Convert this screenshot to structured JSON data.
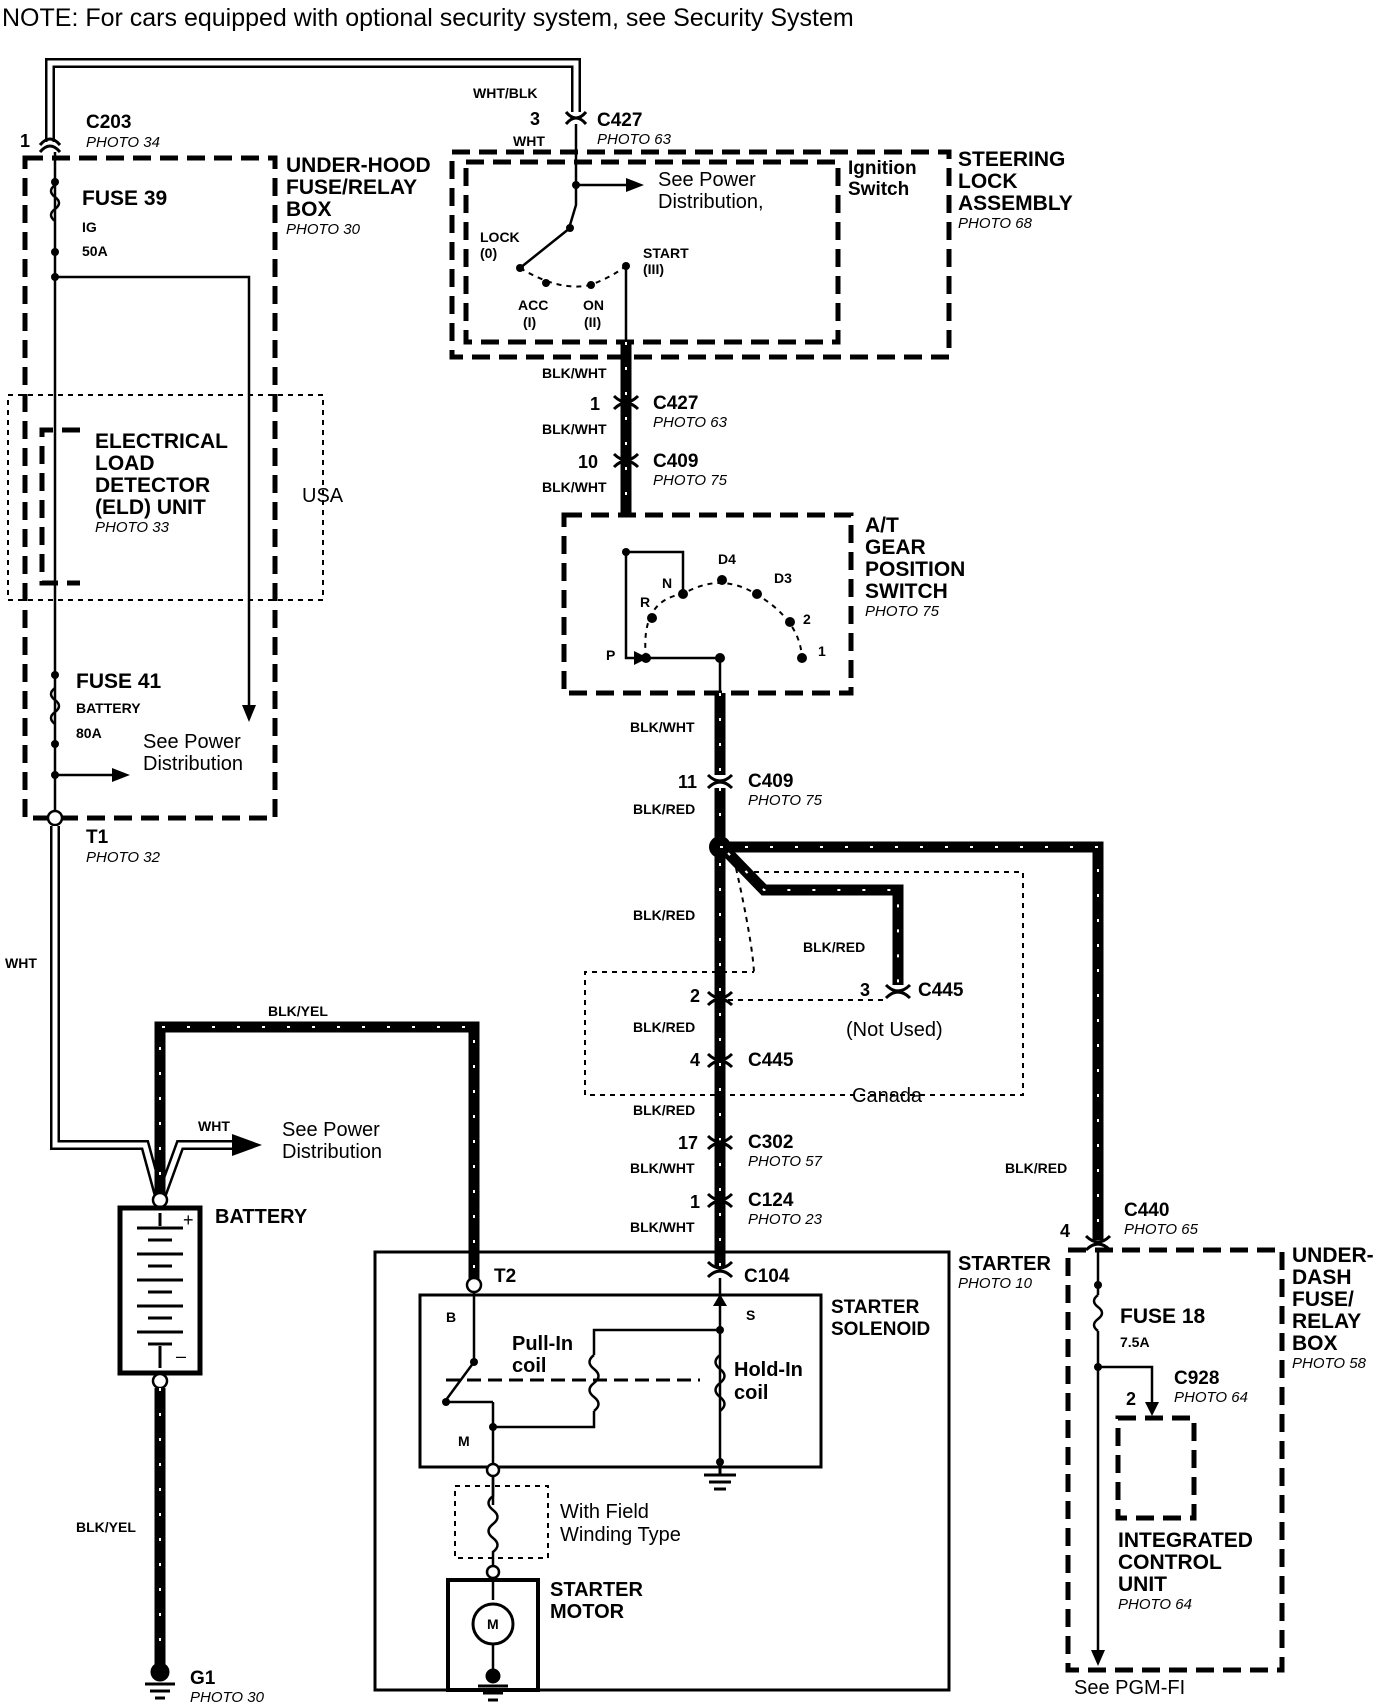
{
  "note": "NOTE: For cars equipped with optional security system, see Security System",
  "connectors": {
    "c203": {
      "id": "C203",
      "pin": "1",
      "photo": "PHOTO 34"
    },
    "c427_top": {
      "id": "C427",
      "pin": "3",
      "photo": "PHOTO 63"
    },
    "c427_bot": {
      "id": "C427",
      "pin": "1",
      "photo": "PHOTO 63"
    },
    "c409_top": {
      "id": "C409",
      "pin": "10",
      "photo": "PHOTO 75"
    },
    "c409_bot": {
      "id": "C409",
      "pin": "11",
      "photo": "PHOTO 75"
    },
    "c445_a": {
      "id": "C445",
      "pin": "3",
      "extra": "(Not Used)"
    },
    "c445_pin2": "2",
    "c445_b": {
      "id": "C445",
      "pin": "4"
    },
    "c302": {
      "id": "C302",
      "pin": "17",
      "photo": "PHOTO 57"
    },
    "c124": {
      "id": "C124",
      "pin": "1",
      "photo": "PHOTO 23"
    },
    "c104": {
      "id": "C104"
    },
    "c440": {
      "id": "C440",
      "pin": "4",
      "photo": "PHOTO 65"
    },
    "c928": {
      "id": "C928",
      "pin": "2",
      "photo": "PHOTO 64"
    },
    "t1": {
      "id": "T1",
      "photo": "PHOTO 32"
    },
    "t2": {
      "id": "T2"
    },
    "g1": {
      "id": "G1",
      "photo": "PHOTO 30"
    }
  },
  "wires": {
    "wht_blk": "WHT/BLK",
    "wht": "WHT",
    "blk_wht": "BLK/WHT",
    "blk_red": "BLK/RED",
    "blk_yel": "BLK/YEL"
  },
  "underhood": {
    "title": [
      "UNDER-HOOD",
      "FUSE/RELAY",
      "BOX"
    ],
    "photo": "PHOTO 30",
    "fuse39": {
      "name": "FUSE 39",
      "circuit": "IG",
      "rating": "50A"
    },
    "fuse41": {
      "name": "FUSE 41",
      "circuit": "BATTERY",
      "rating": "80A"
    },
    "see_power": [
      "See Power",
      "Distribution"
    ]
  },
  "eld": {
    "title": [
      "ELECTRICAL",
      "LOAD",
      "DETECTOR",
      "(ELD) UNIT"
    ],
    "photo": "PHOTO 33",
    "region": "USA"
  },
  "steering": {
    "title": [
      "STEERING",
      "LOCK",
      "ASSEMBLY"
    ],
    "photo": "PHOTO 68",
    "switch_label": [
      "Ignition",
      "Switch"
    ],
    "see_power": [
      "See Power",
      "Distribution,"
    ],
    "positions": {
      "lock": [
        "LOCK",
        "(0)"
      ],
      "acc": [
        "ACC",
        "(I)"
      ],
      "on": [
        "ON",
        "(II)"
      ],
      "start": [
        "START",
        "(III)"
      ]
    }
  },
  "gear_switch": {
    "title": [
      "A/T",
      "GEAR",
      "POSITION",
      "SWITCH"
    ],
    "photo": "PHOTO 75",
    "positions": [
      "P",
      "R",
      "N",
      "D4",
      "D3",
      "2",
      "1"
    ]
  },
  "canada": {
    "label": "Canada"
  },
  "starter": {
    "title": "STARTER",
    "photo": "PHOTO 10",
    "solenoid": [
      "STARTER",
      "SOLENOID"
    ],
    "pull_in": [
      "Pull-In",
      "coil"
    ],
    "hold_in": [
      "Hold-In",
      "coil"
    ],
    "terminals": {
      "b": "B",
      "s": "S",
      "m": "M"
    },
    "field": [
      "With Field",
      "Winding Type"
    ],
    "motor": [
      "STARTER",
      "MOTOR"
    ],
    "motor_symbol": "M"
  },
  "battery": {
    "label": "BATTERY",
    "see_power": [
      "See Power",
      "Distribution"
    ],
    "plus": "+",
    "minus": "–"
  },
  "underdash": {
    "title": [
      "UNDER-",
      "DASH",
      "FUSE/",
      "RELAY",
      "BOX"
    ],
    "photo": "PHOTO 58",
    "fuse18": {
      "name": "FUSE 18",
      "rating": "7.5A"
    }
  },
  "icu": {
    "title": [
      "INTEGRATED",
      "CONTROL",
      "UNIT"
    ],
    "photo": "PHOTO 64",
    "see_pgm": "See PGM-FI"
  }
}
